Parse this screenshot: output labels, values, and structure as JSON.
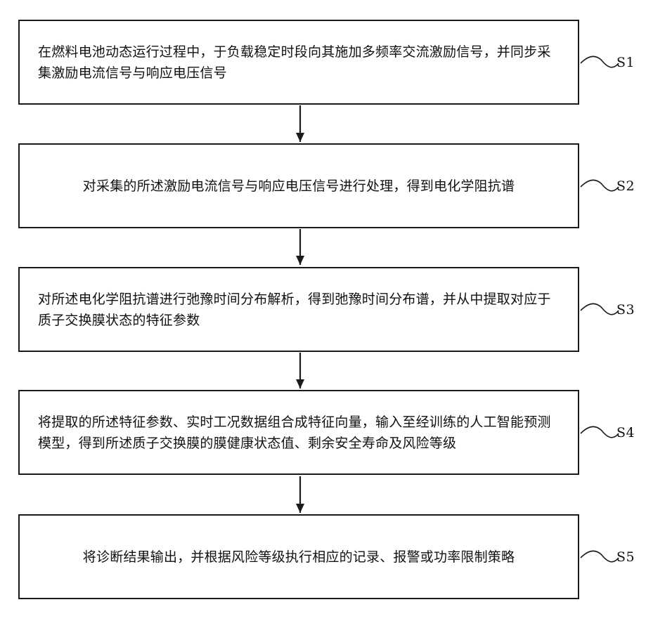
{
  "steps": [
    {
      "id": "S1",
      "text": "在燃料电池动态运行过程中，于负载稳定时段向其施加多频率交流激励信号，并同步采集激励电流信号与响应电压信号"
    },
    {
      "id": "S2",
      "text": "对采集的所述激励电流信号与响应电压信号进行处理，得到电化学阻抗谱"
    },
    {
      "id": "S3",
      "text": "对所述电化学阻抗谱进行弛豫时间分布解析，得到弛豫时间分布谱，并从中提取对应于质子交换膜状态的特征参数"
    },
    {
      "id": "S4",
      "text": "将提取的所述特征参数、实时工况数据组合成特征向量，输入至经训练的人工智能预测模型，得到所述质子交换膜的膜健康状态值、剩余安全寿命及风险等级"
    },
    {
      "id": "S5",
      "text": "将诊断结果输出，并根据风险等级执行相应的记录、报警或功率限制策略"
    }
  ],
  "colors": {
    "stroke": "#1a1a1a",
    "background": "#ffffff"
  }
}
